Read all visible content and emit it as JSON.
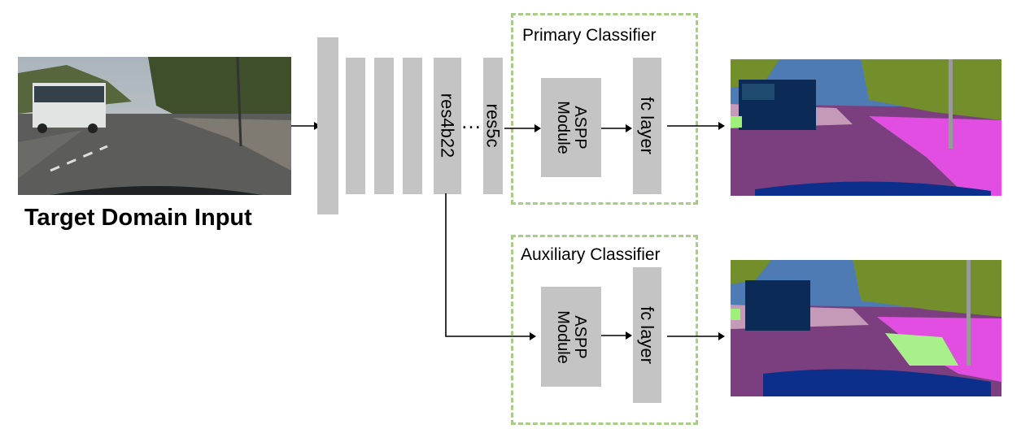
{
  "input_caption": "Target Domain Input",
  "backbone": {
    "layer_res4b22": "res4b22",
    "ellipsis": "…",
    "layer_res5c": "res5c"
  },
  "primary": {
    "title": "Primary Classifier",
    "aspp_label": "ASPP Module",
    "fc_label": "fc layer"
  },
  "auxiliary": {
    "title": "Auxiliary Classifier",
    "aspp_label": "ASPP Module",
    "fc_label": "fc layer"
  },
  "colors": {
    "block": "#c4c4c4",
    "dash": "#a9cc86",
    "road": "#7b3f7f",
    "sky": "#4f7bb4",
    "vegetation": "#728f2b",
    "sidewalk": "#e24ee2",
    "vehicle": "#0b2a56"
  }
}
